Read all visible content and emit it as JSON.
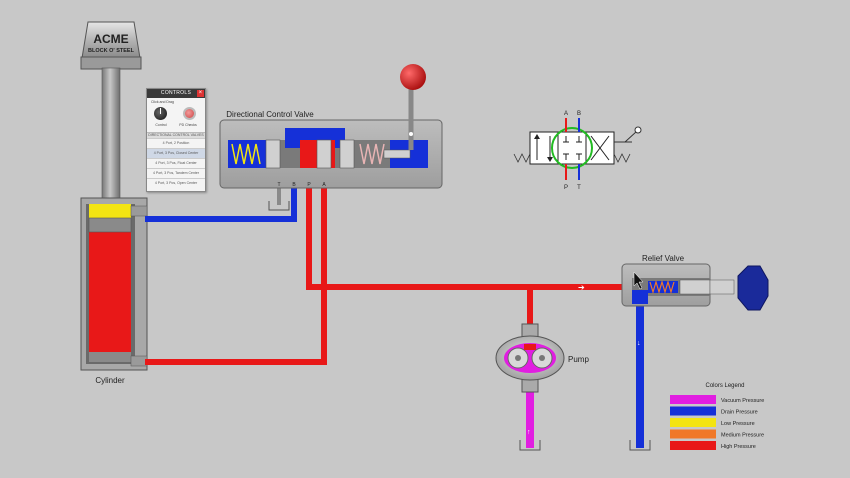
{
  "brand": {
    "name": "ACME",
    "tagline": "BLOCK O' STEEL"
  },
  "labels": {
    "cylinder": "Cylinder",
    "dcv": "Directional Control Valve",
    "relief": "Relief Valve",
    "pump": "Pump",
    "port_t": "T",
    "port_b": "B",
    "port_p": "P",
    "port_a": "A"
  },
  "symbol": {
    "a": "A",
    "b": "B",
    "p": "P",
    "t": "T"
  },
  "controls": {
    "title": "CONTROLS",
    "close": "×",
    "hint": "Click and Drag",
    "knob1_label": "Control",
    "knob2_label": "PD Checks",
    "section": "DIRECTIONAL CONTROL VALVES",
    "options": [
      "4 Port, 2 Position",
      "4 Port, 3 Pos, Closed Center",
      "4 Port, 3 Pos, Float Center",
      "4 Port, 3 Pos, Tandem Center",
      "4 Port, 3 Pos, Open Center"
    ],
    "selected_index": 1
  },
  "legend": {
    "title": "Colors Legend",
    "items": [
      {
        "label": "Vacuum Pressure",
        "color": "#e11ee1"
      },
      {
        "label": "Drain Pressure",
        "color": "#1530d8"
      },
      {
        "label": "Low Pressure",
        "color": "#f3e412"
      },
      {
        "label": "Medium Pressure",
        "color": "#f07828"
      },
      {
        "label": "High Pressure",
        "color": "#e81818"
      }
    ]
  },
  "colors": {
    "high": "#e81818",
    "drain": "#1530d8",
    "vacuum": "#e11ee1",
    "low": "#f3e412",
    "medium": "#f07828",
    "knob": "#d81818",
    "relief_handle": "#1a2a9a"
  }
}
